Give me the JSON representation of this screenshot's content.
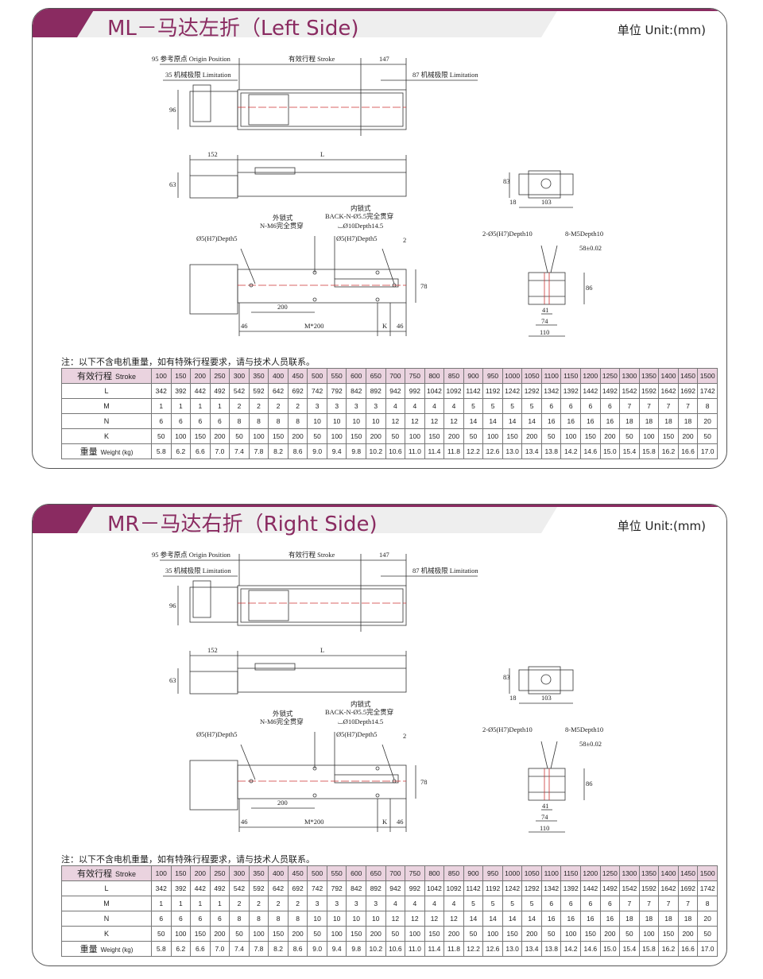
{
  "colors": {
    "accent": "#8a2b61",
    "header_row": "#ead3df",
    "panel_border": "#555555"
  },
  "sections": [
    {
      "title": "ML－马达左折（Left Side)",
      "unit": "单位 Unit:(mm)",
      "labels": {
        "origin": "95 参考原点 Origin Position",
        "stroke": "有效行程 Stroke",
        "d147": "147",
        "limit_left": "35 机械极限 Limitation",
        "limit_right": "87 机械极限 Limitation",
        "h96": "96",
        "d152": "152",
        "L": "L",
        "h63": "63",
        "h83": "83",
        "d18": "18",
        "d103": "103",
        "lock_out1": "外锁式",
        "lock_out2": "N-M6完全贯穿",
        "lock_in1": "内锁式",
        "lock_in2": "BACK-N-Ø5.5完全贯穿",
        "lock_in3": "⌴Ø10Depth14.5",
        "pin_left": "Ø5(H7)Depth5",
        "pin_right": "Ø5(H7)Depth5",
        "d2": "2",
        "h78": "78",
        "d200": "200",
        "d46a": "46",
        "m200": "M*200",
        "K": "K",
        "d46b": "46",
        "pin2": "2-Ø5(H7)Depth10",
        "m5": "8-M5Depth10",
        "tol": "58±0.02",
        "h86": "86",
        "d41": "41",
        "d74": "74",
        "d110": "110"
      },
      "note": "注：以下不含电机重量，如有特殊行程要求，请与技术人员联系。",
      "table": {
        "header_label": "有效行程",
        "header_label_en": "Stroke",
        "strokes": [
          "100",
          "150",
          "200",
          "250",
          "300",
          "350",
          "400",
          "450",
          "500",
          "550",
          "600",
          "650",
          "700",
          "750",
          "800",
          "850",
          "900",
          "950",
          "1000",
          "1050",
          "1100",
          "1150",
          "1200",
          "1250",
          "1300",
          "1350",
          "1400",
          "1450",
          "1500"
        ],
        "rows": [
          {
            "label": "L",
            "label_en": "",
            "values": [
              "342",
              "392",
              "442",
              "492",
              "542",
              "592",
              "642",
              "692",
              "742",
              "792",
              "842",
              "892",
              "942",
              "992",
              "1042",
              "1092",
              "1142",
              "1192",
              "1242",
              "1292",
              "1342",
              "1392",
              "1442",
              "1492",
              "1542",
              "1592",
              "1642",
              "1692",
              "1742"
            ]
          },
          {
            "label": "M",
            "label_en": "",
            "values": [
              "1",
              "1",
              "1",
              "1",
              "2",
              "2",
              "2",
              "2",
              "3",
              "3",
              "3",
              "3",
              "4",
              "4",
              "4",
              "4",
              "5",
              "5",
              "5",
              "5",
              "6",
              "6",
              "6",
              "6",
              "7",
              "7",
              "7",
              "7",
              "8"
            ]
          },
          {
            "label": "N",
            "label_en": "",
            "values": [
              "6",
              "6",
              "6",
              "6",
              "8",
              "8",
              "8",
              "8",
              "10",
              "10",
              "10",
              "10",
              "12",
              "12",
              "12",
              "12",
              "14",
              "14",
              "14",
              "14",
              "16",
              "16",
              "16",
              "16",
              "18",
              "18",
              "18",
              "18",
              "20"
            ]
          },
          {
            "label": "K",
            "label_en": "",
            "values": [
              "50",
              "100",
              "150",
              "200",
              "50",
              "100",
              "150",
              "200",
              "50",
              "100",
              "150",
              "200",
              "50",
              "100",
              "150",
              "200",
              "50",
              "100",
              "150",
              "200",
              "50",
              "100",
              "150",
              "200",
              "50",
              "100",
              "150",
              "200",
              "50"
            ]
          },
          {
            "label": "重量",
            "label_en": "Weight  (kg)",
            "values": [
              "5.8",
              "6.2",
              "6.6",
              "7.0",
              "7.4",
              "7.8",
              "8.2",
              "8.6",
              "9.0",
              "9.4",
              "9.8",
              "10.2",
              "10.6",
              "11.0",
              "11.4",
              "11.8",
              "12.2",
              "12.6",
              "13.0",
              "13.4",
              "13.8",
              "14.2",
              "14.6",
              "15.0",
              "15.4",
              "15.8",
              "16.2",
              "16.6",
              "17.0"
            ]
          }
        ]
      }
    },
    {
      "title": "MR－马达右折（Right Side)",
      "unit": "单位 Unit:(mm)",
      "labels": {
        "origin": "95 参考原点 Origin Position",
        "stroke": "有效行程 Stroke",
        "d147": "147",
        "limit_left": "35 机械极限 Limitation",
        "limit_right": "87 机械极限 Limitation",
        "h96": "96",
        "d152": "152",
        "L": "L",
        "h63": "63",
        "h83": "83",
        "d18": "18",
        "d103": "103",
        "lock_out1": "外锁式",
        "lock_out2": "N-M6完全贯穿",
        "lock_in1": "内锁式",
        "lock_in2": "BACK-N-Ø5.5完全贯穿",
        "lock_in3": "⌴Ø10Depth14.5",
        "pin_left": "Ø5(H7)Depth5",
        "pin_right": "Ø5(H7)Depth5",
        "d2": "2",
        "h78": "78",
        "d200": "200",
        "d46a": "46",
        "m200": "M*200",
        "K": "K",
        "d46b": "46",
        "pin2": "2-Ø5(H7)Depth10",
        "m5": "8-M5Depth10",
        "tol": "58±0.02",
        "h86": "86",
        "d41": "41",
        "d74": "74",
        "d110": "110"
      },
      "note": "注：以下不含电机重量，如有特殊行程要求，请与技术人员联系。",
      "table": {
        "header_label": "有效行程",
        "header_label_en": "Stroke",
        "strokes": [
          "100",
          "150",
          "200",
          "250",
          "300",
          "350",
          "400",
          "450",
          "500",
          "550",
          "600",
          "650",
          "700",
          "750",
          "800",
          "850",
          "900",
          "950",
          "1000",
          "1050",
          "1100",
          "1150",
          "1200",
          "1250",
          "1300",
          "1350",
          "1400",
          "1450",
          "1500"
        ],
        "rows": [
          {
            "label": "L",
            "label_en": "",
            "values": [
              "342",
              "392",
              "442",
              "492",
              "542",
              "592",
              "642",
              "692",
              "742",
              "792",
              "842",
              "892",
              "942",
              "992",
              "1042",
              "1092",
              "1142",
              "1192",
              "1242",
              "1292",
              "1342",
              "1392",
              "1442",
              "1492",
              "1542",
              "1592",
              "1642",
              "1692",
              "1742"
            ]
          },
          {
            "label": "M",
            "label_en": "",
            "values": [
              "1",
              "1",
              "1",
              "1",
              "2",
              "2",
              "2",
              "2",
              "3",
              "3",
              "3",
              "3",
              "4",
              "4",
              "4",
              "4",
              "5",
              "5",
              "5",
              "5",
              "6",
              "6",
              "6",
              "6",
              "7",
              "7",
              "7",
              "7",
              "8"
            ]
          },
          {
            "label": "N",
            "label_en": "",
            "values": [
              "6",
              "6",
              "6",
              "6",
              "8",
              "8",
              "8",
              "8",
              "10",
              "10",
              "10",
              "10",
              "12",
              "12",
              "12",
              "12",
              "14",
              "14",
              "14",
              "14",
              "16",
              "16",
              "16",
              "16",
              "18",
              "18",
              "18",
              "18",
              "20"
            ]
          },
          {
            "label": "K",
            "label_en": "",
            "values": [
              "50",
              "100",
              "150",
              "200",
              "50",
              "100",
              "150",
              "200",
              "50",
              "100",
              "150",
              "200",
              "50",
              "100",
              "150",
              "200",
              "50",
              "100",
              "150",
              "200",
              "50",
              "100",
              "150",
              "200",
              "50",
              "100",
              "150",
              "200",
              "50"
            ]
          },
          {
            "label": "重量",
            "label_en": "Weight  (kg)",
            "values": [
              "5.8",
              "6.2",
              "6.6",
              "7.0",
              "7.4",
              "7.8",
              "8.2",
              "8.6",
              "9.0",
              "9.4",
              "9.8",
              "10.2",
              "10.6",
              "11.0",
              "11.4",
              "11.8",
              "12.2",
              "12.6",
              "13.0",
              "13.4",
              "13.8",
              "14.2",
              "14.6",
              "15.0",
              "15.4",
              "15.8",
              "16.2",
              "16.6",
              "17.0"
            ]
          }
        ]
      }
    }
  ]
}
